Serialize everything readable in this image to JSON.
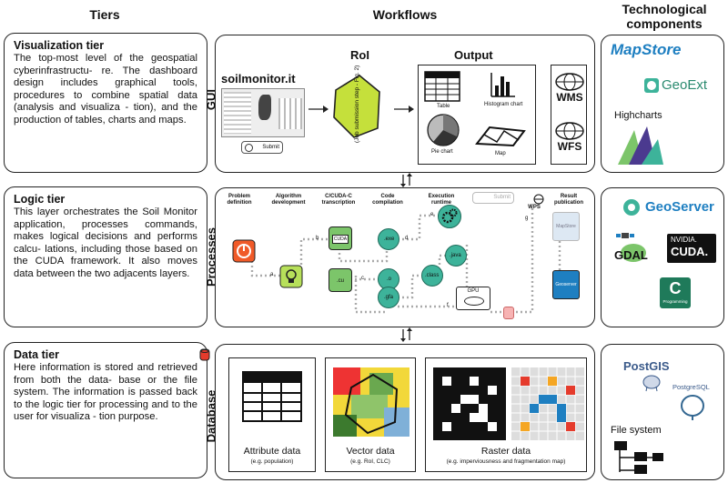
{
  "headers": {
    "tiers": "Tiers",
    "workflows": "Workflows",
    "tech": "Technological\ncomponents"
  },
  "tiers": [
    {
      "title": "Visualization tier",
      "desc": "The top-most level of the geospatial cyberinfrastructu- re. The dashboard design includes graphical tools, procedures to combine spatial data (analysis and visualiza - tion), and the production of tables, charts and maps."
    },
    {
      "title": "Logic tier",
      "desc": "This layer orchestrates the Soil Monitor application, processes commands, makes logical decisions and performs calcu- lations, including those based on the CUDA framework. It also moves data between the two adjacents layers."
    },
    {
      "title": "Data tier",
      "desc": "Here information is stored and retrieved from both the data- base or the file system. The information is passed back to the logic tier for processing and to the user for visualiza - tion purpose."
    }
  ],
  "gui": {
    "side_label": "GUI",
    "site": "soilmonitor.it",
    "submit": "Submit",
    "roi": "RoI",
    "job_step": "(Job submission step - Fig. 2)",
    "output": "Output",
    "outputs": [
      "Table",
      "Histogram chart",
      "Pie chart",
      "Map"
    ],
    "wms": "WMS",
    "wfs": "WFS"
  },
  "processes": {
    "side_label": "Processes",
    "steps": [
      "Problem definition",
      "Algorithm development",
      "C/CUDA-C transcription",
      "Code compilation",
      "Execution runtime",
      "WPS",
      "Result publication"
    ],
    "submit": "Submit",
    "files": [
      ".cu",
      ".exe",
      ".o",
      ".java",
      ".class",
      ".gfa"
    ],
    "cuda": "CUDA",
    "gpu": "GPU",
    "mapstore": "MapStore",
    "geoserver": "Geoserver",
    "markers": [
      "a",
      "b",
      "c",
      "d",
      "e",
      "f",
      "g"
    ]
  },
  "database": {
    "side_label": "Database",
    "attribute": "Attribute data",
    "attribute_sub": "(e.g. population)",
    "vector": "Vector data",
    "vector_sub": "(e.g. RoI, CLC)",
    "raster": "Raster data",
    "raster_sub": "(e.g. imperviousness and fragmentation map)"
  },
  "tech": {
    "mapstore": "MapStore",
    "geoext": "GeoExt",
    "highcharts": "Highcharts",
    "geoserver": "GeoServer",
    "gdal": "GDAL",
    "nvidia": "NVIDIA.",
    "cuda": "CUDA.",
    "c_label": "C",
    "c_sub": "Programming",
    "postgis": "PostGIS",
    "postgresql": "PostgreSQL",
    "filesystem": "File system"
  },
  "colors": {
    "teal": "#3db39a",
    "green": "#7cc56a",
    "orange": "#f05a28",
    "yellow_green": "#b7e05a",
    "blue": "#1e7fc1",
    "red": "#e53b2c"
  }
}
